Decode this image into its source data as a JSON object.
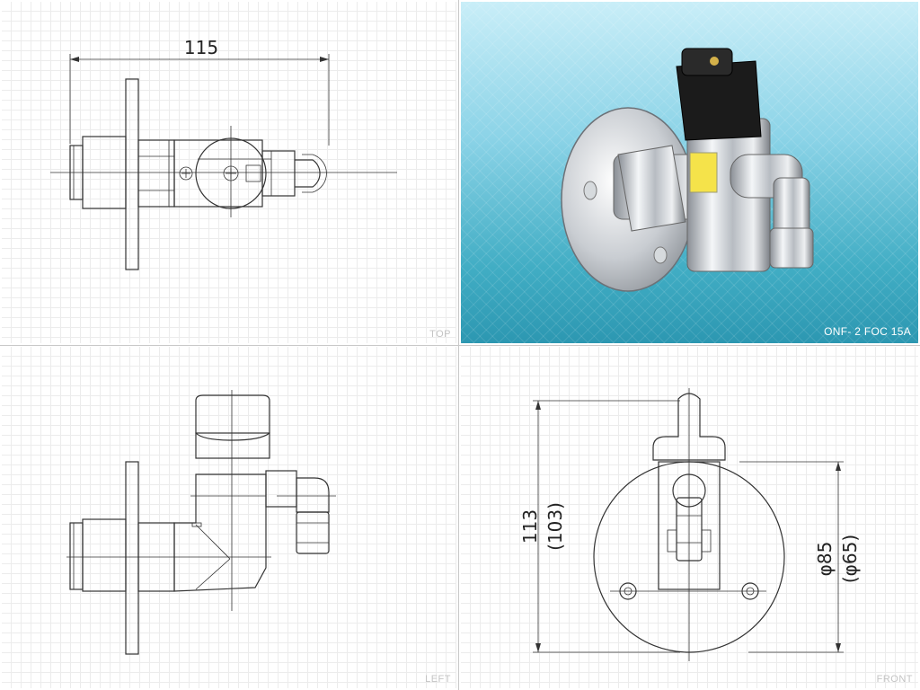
{
  "views": {
    "top_label": "TOP",
    "left_label": "LEFT",
    "front_label": "FRONT"
  },
  "photo": {
    "caption": "ONF- 2 FOC 15A"
  },
  "dimensions": {
    "length": "115",
    "height": "113",
    "height_inner": "(103)",
    "flange_dia": "φ85",
    "flange_dia_inner": "(φ65)"
  }
}
